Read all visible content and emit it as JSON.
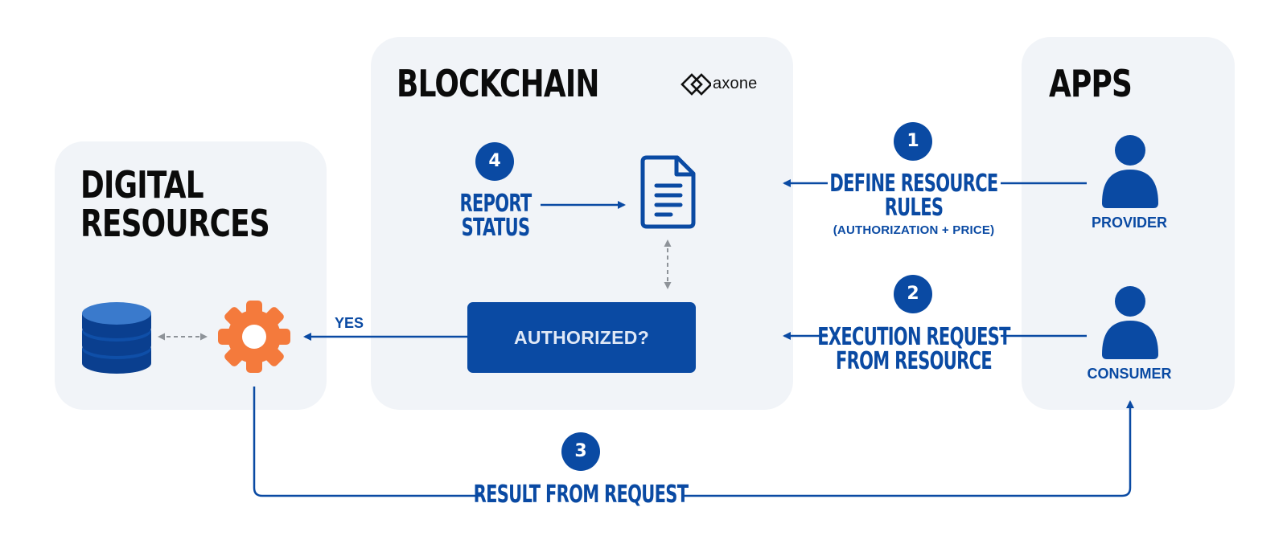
{
  "panels": {
    "digital_resources": {
      "title_lines": [
        "DIGITAL",
        "RESOURCES"
      ]
    },
    "blockchain": {
      "title": "BLOCKCHAIN",
      "logo_text": "axone"
    },
    "apps": {
      "title": "APPS"
    }
  },
  "steps": [
    {
      "number": "1",
      "label_lines": [
        "DEFINE RESOURCE",
        "RULES"
      ],
      "sublabel": "(AUTHORIZATION + PRICE)"
    },
    {
      "number": "2",
      "label_lines": [
        "EXECUTION REQUEST",
        "FROM RESOURCE"
      ]
    },
    {
      "number": "3",
      "label": "RESULT FROM REQUEST"
    },
    {
      "number": "4",
      "label_lines": [
        "REPORT",
        "STATUS"
      ]
    }
  ],
  "decision": {
    "label": "AUTHORIZED?",
    "yes_label": "YES"
  },
  "actors": {
    "provider": "PROVIDER",
    "consumer": "CONSUMER"
  },
  "icons": {
    "database": "database-icon",
    "service": "gear-icon",
    "contract": "document-icon",
    "logo": "axone-logo-icon",
    "provider": "person-icon",
    "consumer": "person-icon"
  },
  "colors": {
    "primary": "#0a4aa3",
    "accent": "#f47a3c",
    "panel": "#f1f4f8",
    "title": "#0b0b0b",
    "dashed": "#8e9399"
  }
}
